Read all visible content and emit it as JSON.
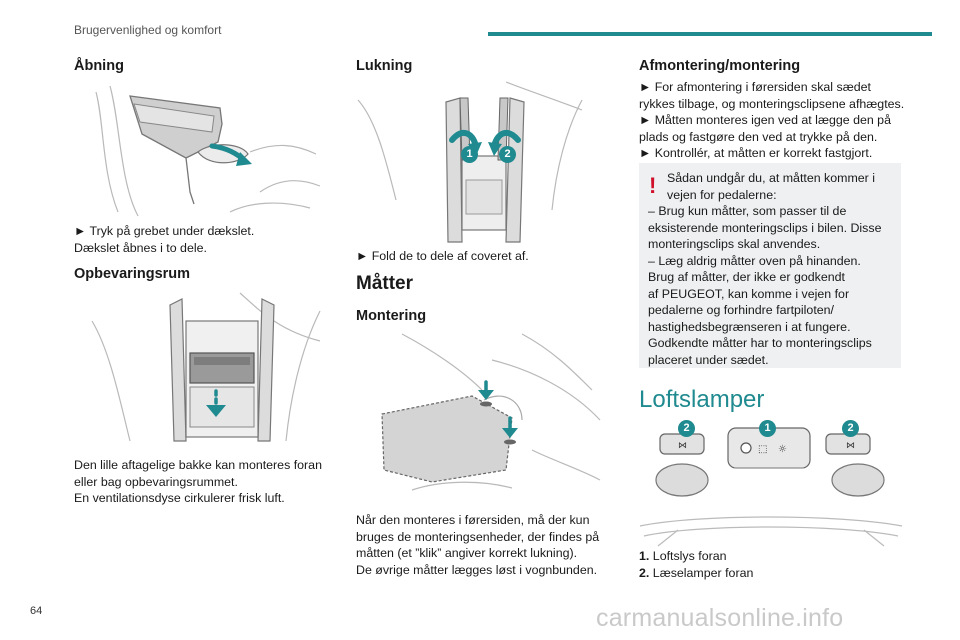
{
  "header": {
    "section_title": "Brugervenlighed og komfort"
  },
  "col1": {
    "h_open": "Åbning",
    "open_text": [
      "► Tryk på grebet under dækslet.",
      "Dækslet åbnes i to dele."
    ],
    "h_storage": "Opbevaringsrum",
    "storage_text": [
      "Den lille aftagelige bakke kan monteres foran",
      "eller bag opbevaringsrummet.",
      "En ventilationsdyse cirkulerer frisk luft."
    ]
  },
  "col2": {
    "h_close": "Lukning",
    "close_labels": [
      "1",
      "2"
    ],
    "close_text": "► Fold de to dele af coveret af.",
    "h_mats": "Måtter",
    "h_mount": "Montering",
    "mount_text": [
      "Når den monteres i førersiden, må der kun",
      "bruges de monteringsenheder, der findes på",
      "måtten (et ”klik” angiver korrekt lukning).",
      "De øvrige måtter lægges løst i vognbunden."
    ]
  },
  "col3": {
    "h_dismount": "Afmontering/montering",
    "dismount_text": [
      "► For afmontering i førersiden skal sædet",
      "rykkes tilbage, og monteringsclipsene afhægtes.",
      "► Måtten monteres igen ved at lægge den på",
      "plads og fastgøre den ved at trykke på den.",
      "► Kontrollér, at måtten er korrekt fastgjort."
    ],
    "warning": {
      "mark": "!",
      "lines_indented": [
        "Sådan undgår du, at måtten kommer i",
        "vejen for pedalerne:"
      ],
      "lines": [
        "– Brug kun måtter, som passer til de",
        "eksisterende monteringsclips i bilen. Disse",
        "monteringsclips skal anvendes.",
        "– Læg aldrig måtter oven på hinanden.",
        "Brug af måtter, der ikke er godkendt",
        "af PEUGEOT, kan komme i vejen for",
        "pedalerne og forhindre fartpiloten/",
        "hastighedsbegrænseren i at fungere.",
        "Godkendte måtter har to monteringsclips",
        "placeret under sædet."
      ]
    },
    "h_lamps": "Loftslamper",
    "lamp_labels": [
      "2",
      "1",
      "2"
    ],
    "legend": [
      {
        "num": "1.",
        "text": "Loftslys foran"
      },
      {
        "num": "2.",
        "text": "Læselamper foran"
      }
    ]
  },
  "footer": {
    "page_number": "64",
    "watermark": "carmanualsonline.info"
  },
  "colors": {
    "accent": "#1f8a8f",
    "warning": "#d0102a",
    "note_bg": "#eef0f1"
  }
}
